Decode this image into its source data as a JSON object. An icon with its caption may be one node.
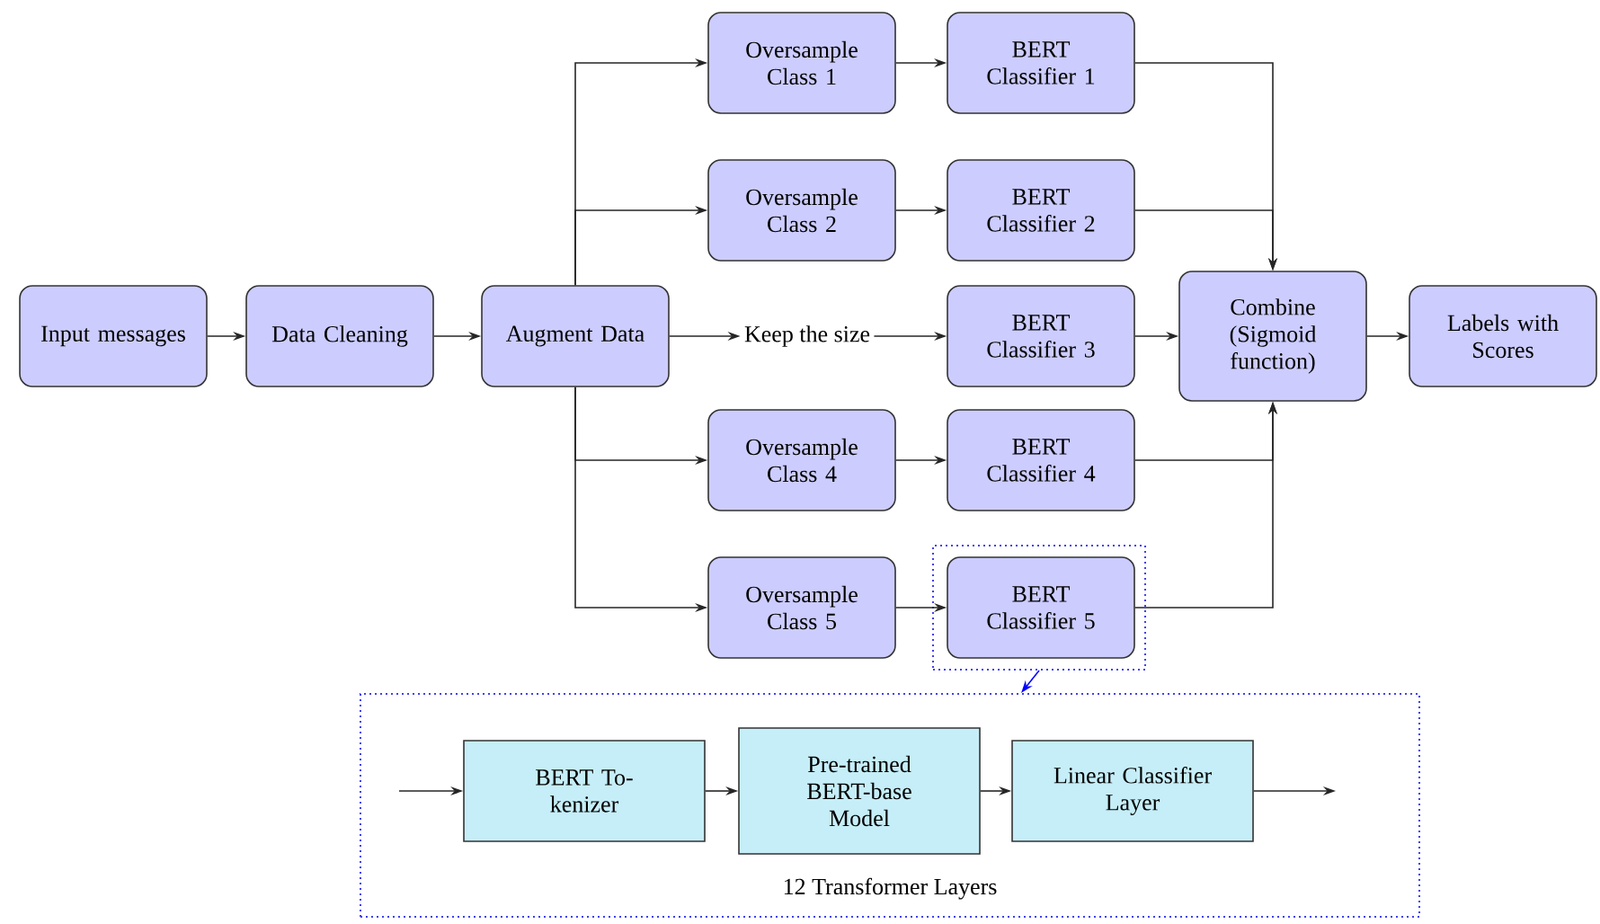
{
  "diagram": {
    "nodes": [
      {
        "text": [
          "Input messages"
        ]
      },
      {
        "text": [
          "Data Cleaning"
        ]
      },
      {
        "text": [
          "Augment Data"
        ]
      },
      {
        "text": [
          "Oversample Class 1"
        ]
      },
      {
        "text": [
          "BERT Classifier 1"
        ]
      },
      {
        "text": [
          "Oversample Class 2"
        ]
      },
      {
        "text": [
          "BERT Classifier 2"
        ]
      },
      {
        "text": [
          "Keep the size"
        ]
      },
      {
        "text": [
          "BERT Classifier 3"
        ]
      },
      {
        "text": [
          "Combine (Sigmoid function)"
        ]
      },
      {
        "text": [
          "Labels with Scores"
        ]
      },
      {
        "text": [
          "Oversample Class 4"
        ]
      },
      {
        "text": [
          "BERT Classifier 4"
        ]
      },
      {
        "text": [
          "Oversample Class 5"
        ]
      },
      {
        "text": [],
        "shape": "box"
      },
      {
        "text": [
          "BERT Classifier 5"
        ],
        "in": 14
      },
      {
        "text": [
          "12 Transformer Layers"
        ]
      },
      {
        "text": [
          "BERT To- kenizer"
        ],
        "in": 16
      },
      {
        "text": [
          "Pre-trained BERT-base Model"
        ],
        "in": 16
      },
      {
        "text": [
          "Linear Classifier Layer"
        ],
        "in": 16
      }
    ],
    "edges": [
      {
        "from": 0,
        "to": 1,
        "arrow": "to"
      },
      {
        "from": 1,
        "to": 2,
        "arrow": "to"
      },
      {
        "from": 2,
        "to": 3,
        "arrow": "to"
      },
      {
        "from": 2,
        "to": 5,
        "arrow": "to"
      },
      {
        "from": 2,
        "to": 7,
        "arrow": "to"
      },
      {
        "from": 2,
        "to": 11,
        "arrow": "to"
      },
      {
        "from": 2,
        "to": 13,
        "arrow": "to"
      },
      {
        "from": 3,
        "to": 4,
        "arrow": "to"
      },
      {
        "from": 5,
        "to": 6,
        "arrow": "to"
      },
      {
        "from": 7,
        "to": 8,
        "arrow": "to"
      },
      {
        "from": 11,
        "to": 12,
        "arrow": "to"
      },
      {
        "from": 13,
        "to": 15,
        "arrow": "to"
      },
      {
        "from": 4,
        "to": 9,
        "arrow": "to"
      },
      {
        "from": 6,
        "to": 9,
        "arrow": "to"
      },
      {
        "from": 8,
        "to": 9,
        "arrow": "to"
      },
      {
        "from": 12,
        "to": 9,
        "arrow": "to"
      },
      {
        "from": 15,
        "to": 9,
        "arrow": "to"
      },
      {
        "from": 9,
        "to": 10,
        "arrow": "to"
      },
      {
        "from": 14,
        "to": 16,
        "arrow": "to",
        "color": "#0000ff"
      },
      {
        "from": null,
        "to": 17,
        "arrow": "to"
      },
      {
        "from": 17,
        "to": 18,
        "arrow": "to"
      },
      {
        "from": 18,
        "to": 19,
        "arrow": "to"
      },
      {
        "from": 19,
        "to": null,
        "arrow": "to"
      }
    ]
  }
}
